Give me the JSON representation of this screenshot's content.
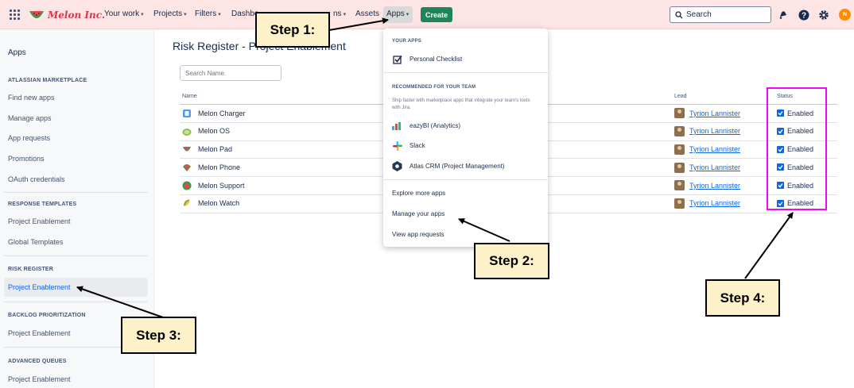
{
  "topbar": {
    "logo_text": "Melon Inc.",
    "nav": [
      {
        "label": "Your work",
        "chevron": true
      },
      {
        "label": "Projects",
        "chevron": true
      },
      {
        "label": "Filters",
        "chevron": true
      },
      {
        "label": "Dashbo",
        "chevron": false
      },
      {
        "label": "ns",
        "chevron": true
      },
      {
        "label": "Assets",
        "chevron": false
      },
      {
        "label": "Apps",
        "chevron": true
      }
    ],
    "create_label": "Create",
    "search_placeholder": "Search",
    "avatar_initial": "N"
  },
  "sidebar": {
    "title": "Apps",
    "sections": [
      {
        "heading": "Atlassian Marketplace",
        "items": [
          "Find new apps",
          "Manage apps",
          "App requests",
          "Promotions",
          "OAuth credentials"
        ]
      },
      {
        "heading": "Response Templates",
        "items": [
          "Project Enablement",
          "Global Templates"
        ]
      },
      {
        "heading": "Risk Register",
        "items": [
          "Project Enablement"
        ]
      },
      {
        "heading": "Backlog Prioritization",
        "items": [
          "Project Enablement"
        ]
      },
      {
        "heading": "Advanced Queues",
        "items": [
          "Project Enablement"
        ]
      }
    ]
  },
  "main": {
    "page_title": "Risk Register - Project Enablement",
    "search_placeholder": "Search Name.",
    "columns": {
      "name": "Name",
      "lead": "Lead",
      "status": "Status"
    },
    "rows": [
      {
        "name": "Melon Charger",
        "icon": "charger-icon",
        "lead": "Tyrion Lannister",
        "status": "Enabled"
      },
      {
        "name": "Melon OS",
        "icon": "melon-os-icon",
        "lead": "Tyrion Lannister",
        "status": "Enabled"
      },
      {
        "name": "Melon Pad",
        "icon": "melon-pad-icon",
        "lead": "Tyrion Lannister",
        "status": "Enabled"
      },
      {
        "name": "Melon Phone",
        "icon": "melon-phone-icon",
        "lead": "Tyrion Lannister",
        "status": "Enabled"
      },
      {
        "name": "Melon Support",
        "icon": "melon-support-icon",
        "lead": "Tyrion Lannister",
        "status": "Enabled"
      },
      {
        "name": "Melon Watch",
        "icon": "melon-watch-icon",
        "lead": "Tyrion Lannister",
        "status": "Enabled"
      }
    ]
  },
  "dropdown": {
    "your_apps_heading": "Your apps",
    "your_apps": [
      "Personal Checklist"
    ],
    "recommended_heading": "Recommended for your team",
    "recommended_desc": "Ship faster with marketplace apps that integrate your team's tools with Jira.",
    "recommended": [
      "eazyBI (Analytics)",
      "Slack",
      "Atlas CRM (Project Management)"
    ],
    "links": [
      "Explore more apps",
      "Manage your apps",
      "View app requests"
    ]
  },
  "annotations": {
    "step1": "Step 1:",
    "step2": "Step 2:",
    "step3": "Step 3:",
    "step4": "Step 4:",
    "highlight_color": "#f008f0",
    "callout_color": "#fdf1c9"
  }
}
